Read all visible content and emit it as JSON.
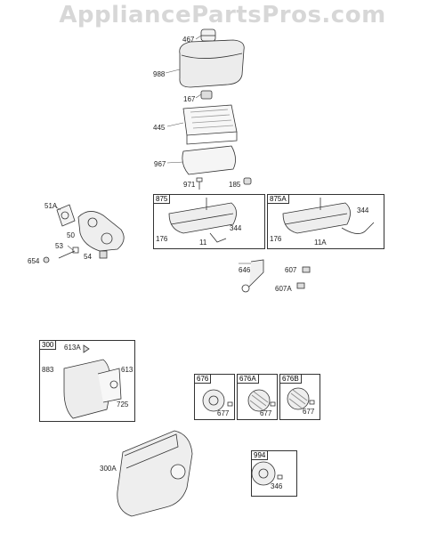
{
  "watermark": "AppliancePartsPros.com",
  "labels": {
    "p467": "467",
    "p988": "988",
    "p167": "167",
    "p445": "445",
    "p967": "967",
    "p971": "971",
    "p185": "185",
    "p51A": "51A",
    "p50": "50",
    "p53": "53",
    "p654": "654",
    "p54": "54",
    "p176a": "176",
    "p344a": "344",
    "p11": "11",
    "p176b": "176",
    "p344b": "344",
    "p11A": "11A",
    "p646": "646",
    "p607": "607",
    "p607A": "607A",
    "p613A": "613A",
    "p883": "883",
    "p613": "613",
    "p725": "725",
    "p677a": "677",
    "p677b": "677",
    "p677c": "677",
    "p300A": "300A",
    "p346": "346"
  },
  "boxes": {
    "b875": "875",
    "b875A": "875A",
    "b300": "300",
    "b676": "676",
    "b676A": "676A",
    "b676B": "676B",
    "b994": "994"
  }
}
